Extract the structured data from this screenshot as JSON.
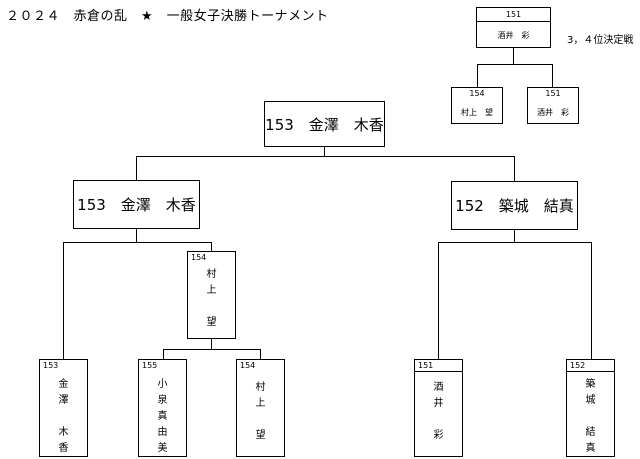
{
  "title": "２０２４　赤倉の乱　★　一般女子決勝トーナメント",
  "third_place": {
    "label": "3，４位決定戦",
    "winner": {
      "num": "151",
      "name": "酒井　彩"
    },
    "left": {
      "num": "154",
      "name": "村上　望"
    },
    "right": {
      "num": "151",
      "name": "酒井　彩"
    }
  },
  "final": {
    "num": "153",
    "name": "金澤　木香",
    "text": "153　金澤　木香"
  },
  "semifinal_left": {
    "text": "153　金澤　木香"
  },
  "semifinal_right": {
    "text": "152　築城　結真"
  },
  "quarter_left": {
    "num": "154",
    "chars": [
      "村",
      "上",
      "",
      "望"
    ]
  },
  "players": [
    {
      "num": "153",
      "chars": [
        "金",
        "澤",
        "",
        "木",
        "香"
      ]
    },
    {
      "num": "155",
      "chars": [
        "小",
        "泉",
        "真",
        "由",
        "美"
      ]
    },
    {
      "num": "154",
      "chars": [
        "村",
        "上",
        "",
        "望"
      ]
    },
    {
      "num": "151",
      "chars": [
        "酒",
        "井",
        "",
        "彩"
      ]
    },
    {
      "num": "152",
      "chars": [
        "築",
        "城",
        "",
        "結",
        "真"
      ]
    }
  ]
}
